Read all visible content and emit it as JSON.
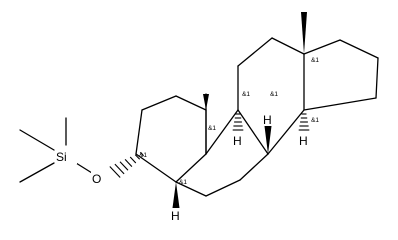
{
  "atoms": {
    "si": "Si",
    "o": "O",
    "h_c5": "H",
    "h_c8": "H",
    "h_c9": "H",
    "h_c14": "H"
  },
  "stereo_labels": {
    "c3": "&1",
    "c5": "&1",
    "c8": "&1",
    "c9": "&1",
    "c10": "&1",
    "c13": "&1",
    "c14": "&1"
  }
}
